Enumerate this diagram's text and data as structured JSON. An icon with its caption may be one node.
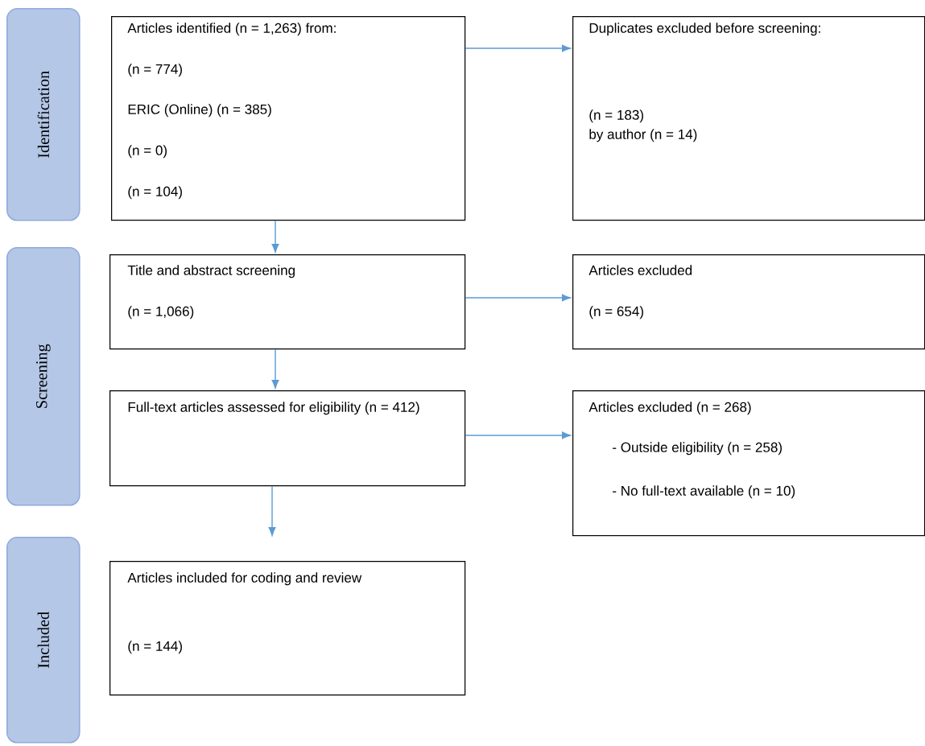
{
  "diagram": {
    "nodes": [
      {
        "text": [
          "Identification"
        ]
      },
      {
        "text": [
          "Screening"
        ]
      },
      {
        "text": [
          "Included"
        ]
      },
      {
        "text": [
          "Articles identified (n = 1,263) from:",
          "(n = 774)",
          "ERIC (Online) (n = 385)",
          "(n = 0)",
          "(n = 104)"
        ]
      },
      {
        "text": [
          "Duplicates excluded before screening:",
          "(n = 183)",
          "by author (n = 14)"
        ]
      },
      {
        "text": [
          "Title and abstract screening",
          "(n = 1,066)"
        ]
      },
      {
        "text": [
          "Articles excluded",
          "(n = 654)"
        ]
      },
      {
        "text": [
          "Full-text articles assessed for eligibility (n = 412)"
        ]
      },
      {
        "text": [
          "Articles excluded (n = 268)",
          "- Outside eligibility (n = 258)",
          "- No full-text available (n = 10)"
        ]
      },
      {
        "text": [
          "Articles included for coding and review",
          "(n = 144)"
        ]
      }
    ],
    "edges": [
      {
        "from": 3,
        "to": 4,
        "arrow": "to"
      },
      {
        "from": 3,
        "to": 5,
        "arrow": "to"
      },
      {
        "from": 5,
        "to": 6,
        "arrow": "to"
      },
      {
        "from": 5,
        "to": 7,
        "arrow": "to"
      },
      {
        "from": 7,
        "to": 8,
        "arrow": "to"
      },
      {
        "from": 7,
        "to": 9,
        "arrow": "to"
      }
    ]
  }
}
